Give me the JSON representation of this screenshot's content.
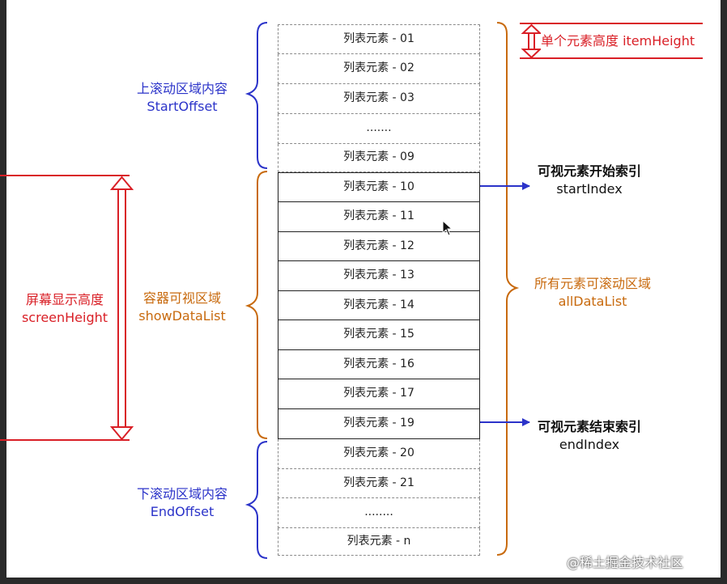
{
  "rows": [
    {
      "label": "列表元素 - 01",
      "visible": false
    },
    {
      "label": "列表元素 - 02",
      "visible": false
    },
    {
      "label": "列表元素 - 03",
      "visible": false
    },
    {
      "label": ".......",
      "visible": false
    },
    {
      "label": "列表元素 - 09",
      "visible": false
    },
    {
      "label": "列表元素 - 10",
      "visible": true
    },
    {
      "label": "列表元素 - 11",
      "visible": true
    },
    {
      "label": "列表元素 - 12",
      "visible": true
    },
    {
      "label": "列表元素 - 13",
      "visible": true
    },
    {
      "label": "列表元素 - 14",
      "visible": true
    },
    {
      "label": "列表元素 - 15",
      "visible": true
    },
    {
      "label": "列表元素 - 16",
      "visible": true
    },
    {
      "label": "列表元素 - 17",
      "visible": true
    },
    {
      "label": "列表元素 - 19",
      "visible": true
    },
    {
      "label": "列表元素 - 20",
      "visible": false
    },
    {
      "label": "列表元素 - 21",
      "visible": false
    },
    {
      "label": "........",
      "visible": false
    },
    {
      "label": "列表元素 - n",
      "visible": false
    }
  ],
  "labels": {
    "top_region": {
      "cn": "上滚动区域内容",
      "en": "StartOffset"
    },
    "visible_region": {
      "cn": "容器可视区域",
      "en": "showDataList"
    },
    "bottom_region": {
      "cn": "下滚动区域内容",
      "en": "EndOffset"
    },
    "screen_height": {
      "cn": "屏幕显示高度",
      "en": "screenHeight"
    },
    "item_height": "单个元素高度 itemHeight",
    "start_index": {
      "cn": "可视元素开始索引",
      "en": "startIndex"
    },
    "all_data": {
      "cn": "所有元素可滚动区域",
      "en": "allDataList"
    },
    "end_index": {
      "cn": "可视元素结束索引",
      "en": "endIndex"
    }
  },
  "watermark": "@稀土掘金技术社区",
  "colors": {
    "blue": "#2b33c9",
    "orange": "#c86a0e",
    "red": "#d91f26",
    "black": "#111111"
  }
}
